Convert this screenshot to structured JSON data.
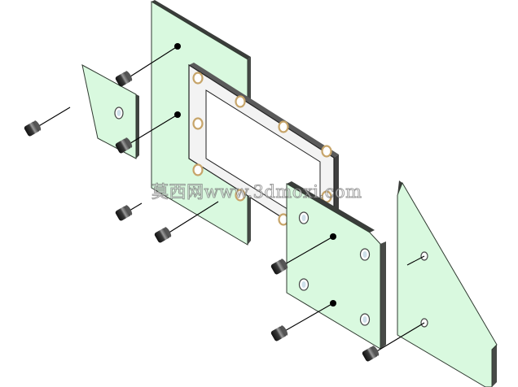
{
  "watermark": "莫西网www.3dmoxi.com",
  "colors": {
    "panel_green": "#d9f9df",
    "panel_edge": "#2f3a30",
    "panel_dark_side": "#474a47",
    "frame_face": "#f3f3f3",
    "hole_ring": "#c7a56a",
    "hole_inner": "#ffffff",
    "screw_dark": "#1b1b1b",
    "leader_line": "#000000"
  },
  "parts": [
    "small-left-plate",
    "large-back-panel",
    "gasket-frame",
    "front-plate",
    "right-slanted-panel",
    "screws"
  ]
}
